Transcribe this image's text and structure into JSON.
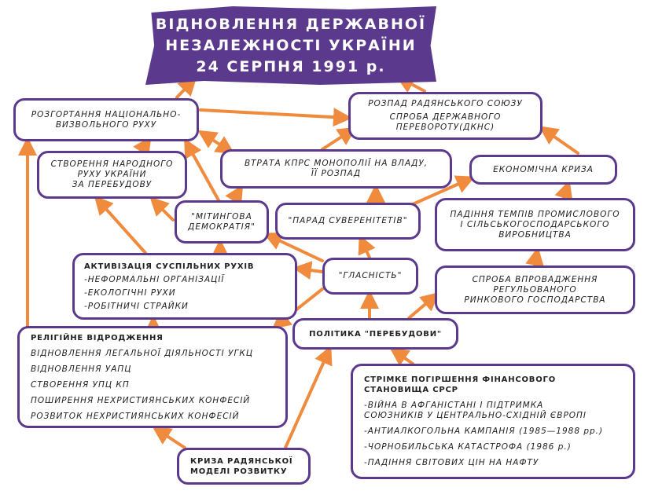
{
  "title": {
    "lines": [
      "ВІДНОВЛЕННЯ ДЕРЖАВНОЇ",
      "НЕЗАЛЕЖНОСТІ УКРАЇНИ",
      "24 СЕРПНЯ 1991 р."
    ]
  },
  "boxes": {
    "national_movement": [
      "РОЗГОРТАННЯ НАЦІОНАЛЬНО-",
      "ВИЗВОЛЬНОГО РУХУ"
    ],
    "ussr_collapse": {
      "line1": "РОЗПАД РАДЯНСЬКОГО СОЮЗУ",
      "line2": "СПРОБА ДЕРЖАВНОГО",
      "line3": "ПЕРЕВОРОТУ(ДКНС)"
    },
    "rukh": [
      "СТВОРЕННЯ НАРОДНОГО",
      "РУХУ УКРАЇНИ",
      "ЗА ПЕРЕБУДОВУ"
    ],
    "cpsu_loss": [
      "ВТРАТА КПРС МОНОПОЛІЇ НА ВЛАДУ,",
      "ЇЇ РОЗПАД"
    ],
    "economic_crisis": "ЕКОНОМІЧНА КРИЗА",
    "rally_democracy": [
      "\"МІТИНГОВА",
      "ДЕМОКРАТІЯ\""
    ],
    "sovereignty_parade": "\"ПАРАД СУВЕРЕНІТЕТІВ\"",
    "production_decline": [
      "ПАДІННЯ ТЕМПІВ ПРОМИСЛОВОГО",
      "І СІЛЬСЬКОГОСПОДАРСЬКОГО",
      "ВИРОБНИЦТВА"
    ],
    "social_movements": {
      "heading": "АКТИВІЗАЦІЯ СУСПІЛЬНИХ РУХІВ",
      "items": [
        "-НЕФОРМАЛЬНІ ОРГАНІЗАЦІЇ",
        "-ЕКОЛОГІЧНІ РУХИ",
        "-РОБІТНИЧІ СТРАЙКИ"
      ]
    },
    "glasnost": "\"ГЛАСНІСТЬ\"",
    "market_attempt": [
      "СПРОБА ВПРОВАДЖЕННЯ",
      "РЕГУЛЬОВАНОГО",
      "РИНКОВОГО ГОСПОДАРСТВА"
    ],
    "religious_revival": {
      "heading": "РЕЛІГІЙНЕ ВІДРОДЖЕННЯ",
      "items": [
        "ВІДНОВЛЕННЯ ЛЕГАЛЬНОЇ ДІЯЛЬНОСТІ УГКЦ",
        "ВІДНОВЛЕННЯ УАПЦ",
        "СТВОРЕННЯ УПЦ КП",
        "ПОШИРЕННЯ НЕХРИСТИЯНСЬКИХ КОНФЕСІЙ",
        "РОЗВИТОК НЕХРИСТИЯНСЬКИХ КОНФЕСІЙ"
      ]
    },
    "perestroika": "ПОЛІТИКА \"ПЕРЕБУДОВИ\"",
    "financial_decline": {
      "heading": [
        "СТРІМКЕ ПОГІРШЕННЯ ФІНАНСОВОГО",
        "СТАНОВИЩА СРСР"
      ],
      "items": [
        "-ВІЙНА В АФГАНІСТАНІ І ПІДТРИМКА",
        "СОЮЗНИКІВ У ЦЕНТРАЛЬНО-СХІДНІЙ ЄВРОПІ",
        "-АНТИАЛКОГОЛЬНА КАМПАНІЯ (1985—1988 рр.)",
        "-ЧОРНОБИЛЬСЬКА КАТАСТРОФА (1986 р.)",
        "-ПАДІННЯ СВІТОВИХ ЦІН НА НАФТУ"
      ]
    },
    "soviet_model_crisis": [
      "КРИЗА РАДЯНСЬКОЇ",
      "МОДЕЛІ РОЗВИТКУ"
    ]
  },
  "colors": {
    "frame": "#5b3a8e",
    "arrow": "#f08a3c"
  }
}
